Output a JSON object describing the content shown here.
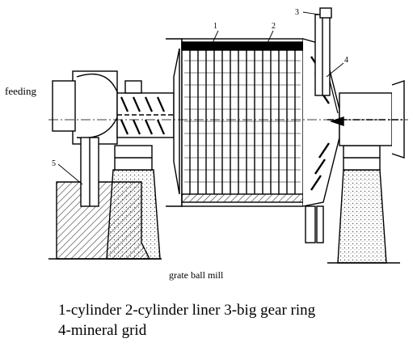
{
  "labels": {
    "feeding": "feeding",
    "caption": "grate ball mill",
    "legend_line1": "1-cylinder  2-cylinder liner  3-big gear ring",
    "legend_line2": "4-mineral grid"
  },
  "callouts": {
    "n1": "1",
    "n2": "2",
    "n3": "3",
    "n4": "4",
    "n5": "5"
  },
  "colors": {
    "ink": "#000000",
    "background": "#ffffff",
    "hatch": "#333333"
  }
}
